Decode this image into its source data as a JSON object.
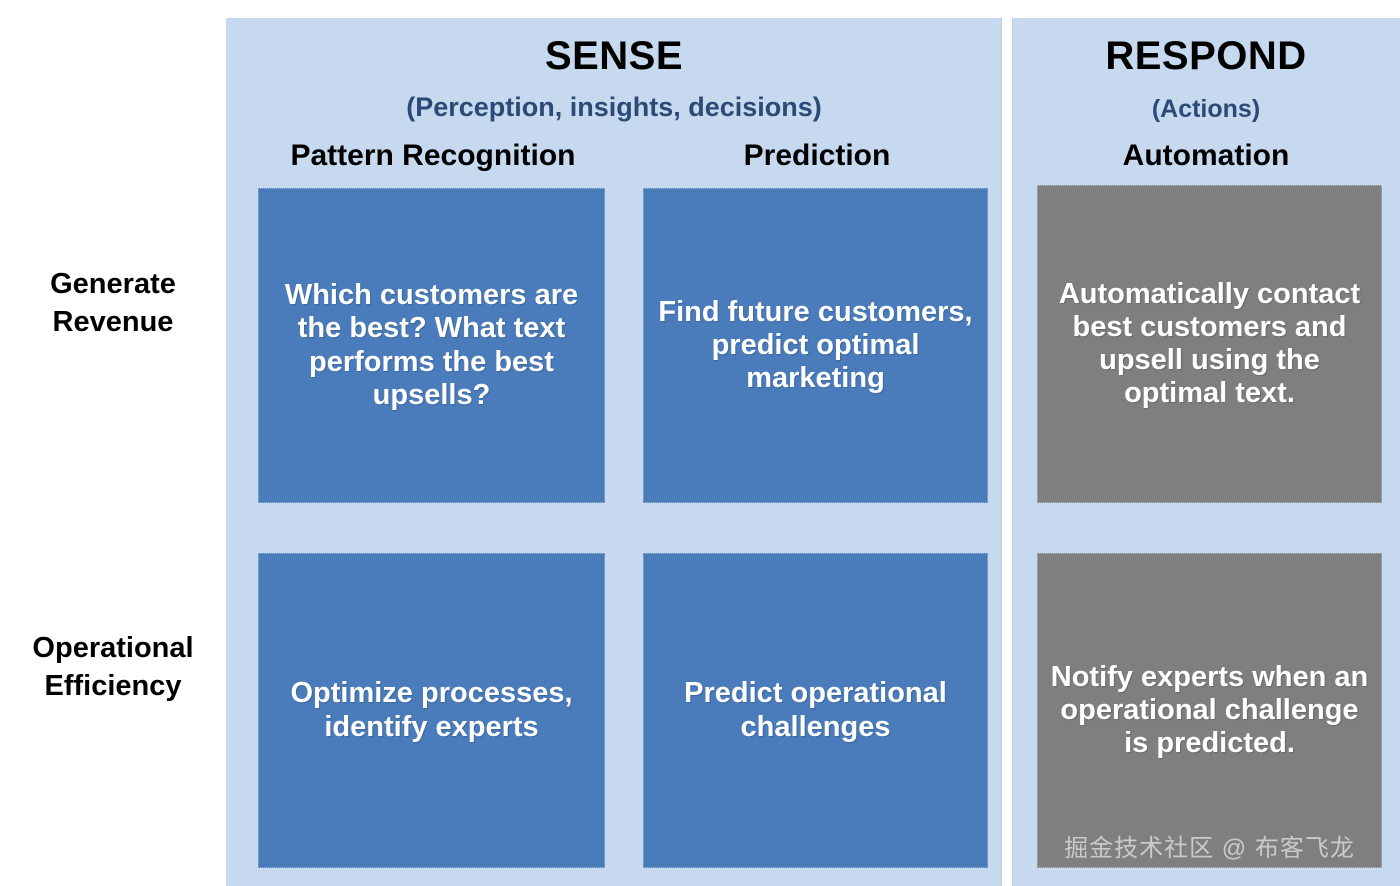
{
  "groups": [
    {
      "title": "SENSE",
      "subtitle": "(Perception, insights, decisions)"
    },
    {
      "title": "RESPOND",
      "subtitle": "(Actions)"
    }
  ],
  "columns": [
    {
      "label": "Pattern Recognition",
      "group": "SENSE"
    },
    {
      "label": "Prediction",
      "group": "SENSE"
    },
    {
      "label": "Automation",
      "group": "RESPOND"
    }
  ],
  "rows": [
    {
      "label": "Generate\nRevenue"
    },
    {
      "label": "Operational\nEfficiency"
    }
  ],
  "cells": [
    [
      {
        "text": "Which customers are the best? What text performs the best upsells?",
        "style": "sense"
      },
      {
        "text": "Find future customers, predict optimal marketing",
        "style": "sense"
      },
      {
        "text": "Automatically contact best customers and upsell using the optimal text.",
        "style": "respond"
      }
    ],
    [
      {
        "text": "Optimize processes, identify experts",
        "style": "sense"
      },
      {
        "text": "Predict operational challenges",
        "style": "sense"
      },
      {
        "text": "Notify experts when an operational challenge is predicted.",
        "style": "respond"
      }
    ]
  ],
  "watermark": "掘金技术社区 @ 布客飞龙",
  "colors": {
    "panel_background": "#c7d9ef",
    "sense_cell": "#4a7cbc",
    "respond_cell": "#7f7f7f",
    "heading_text": "#000000",
    "subtitle_text": "#2b4a77",
    "cell_text": "#ffffff",
    "page_background": "#ffffff"
  }
}
